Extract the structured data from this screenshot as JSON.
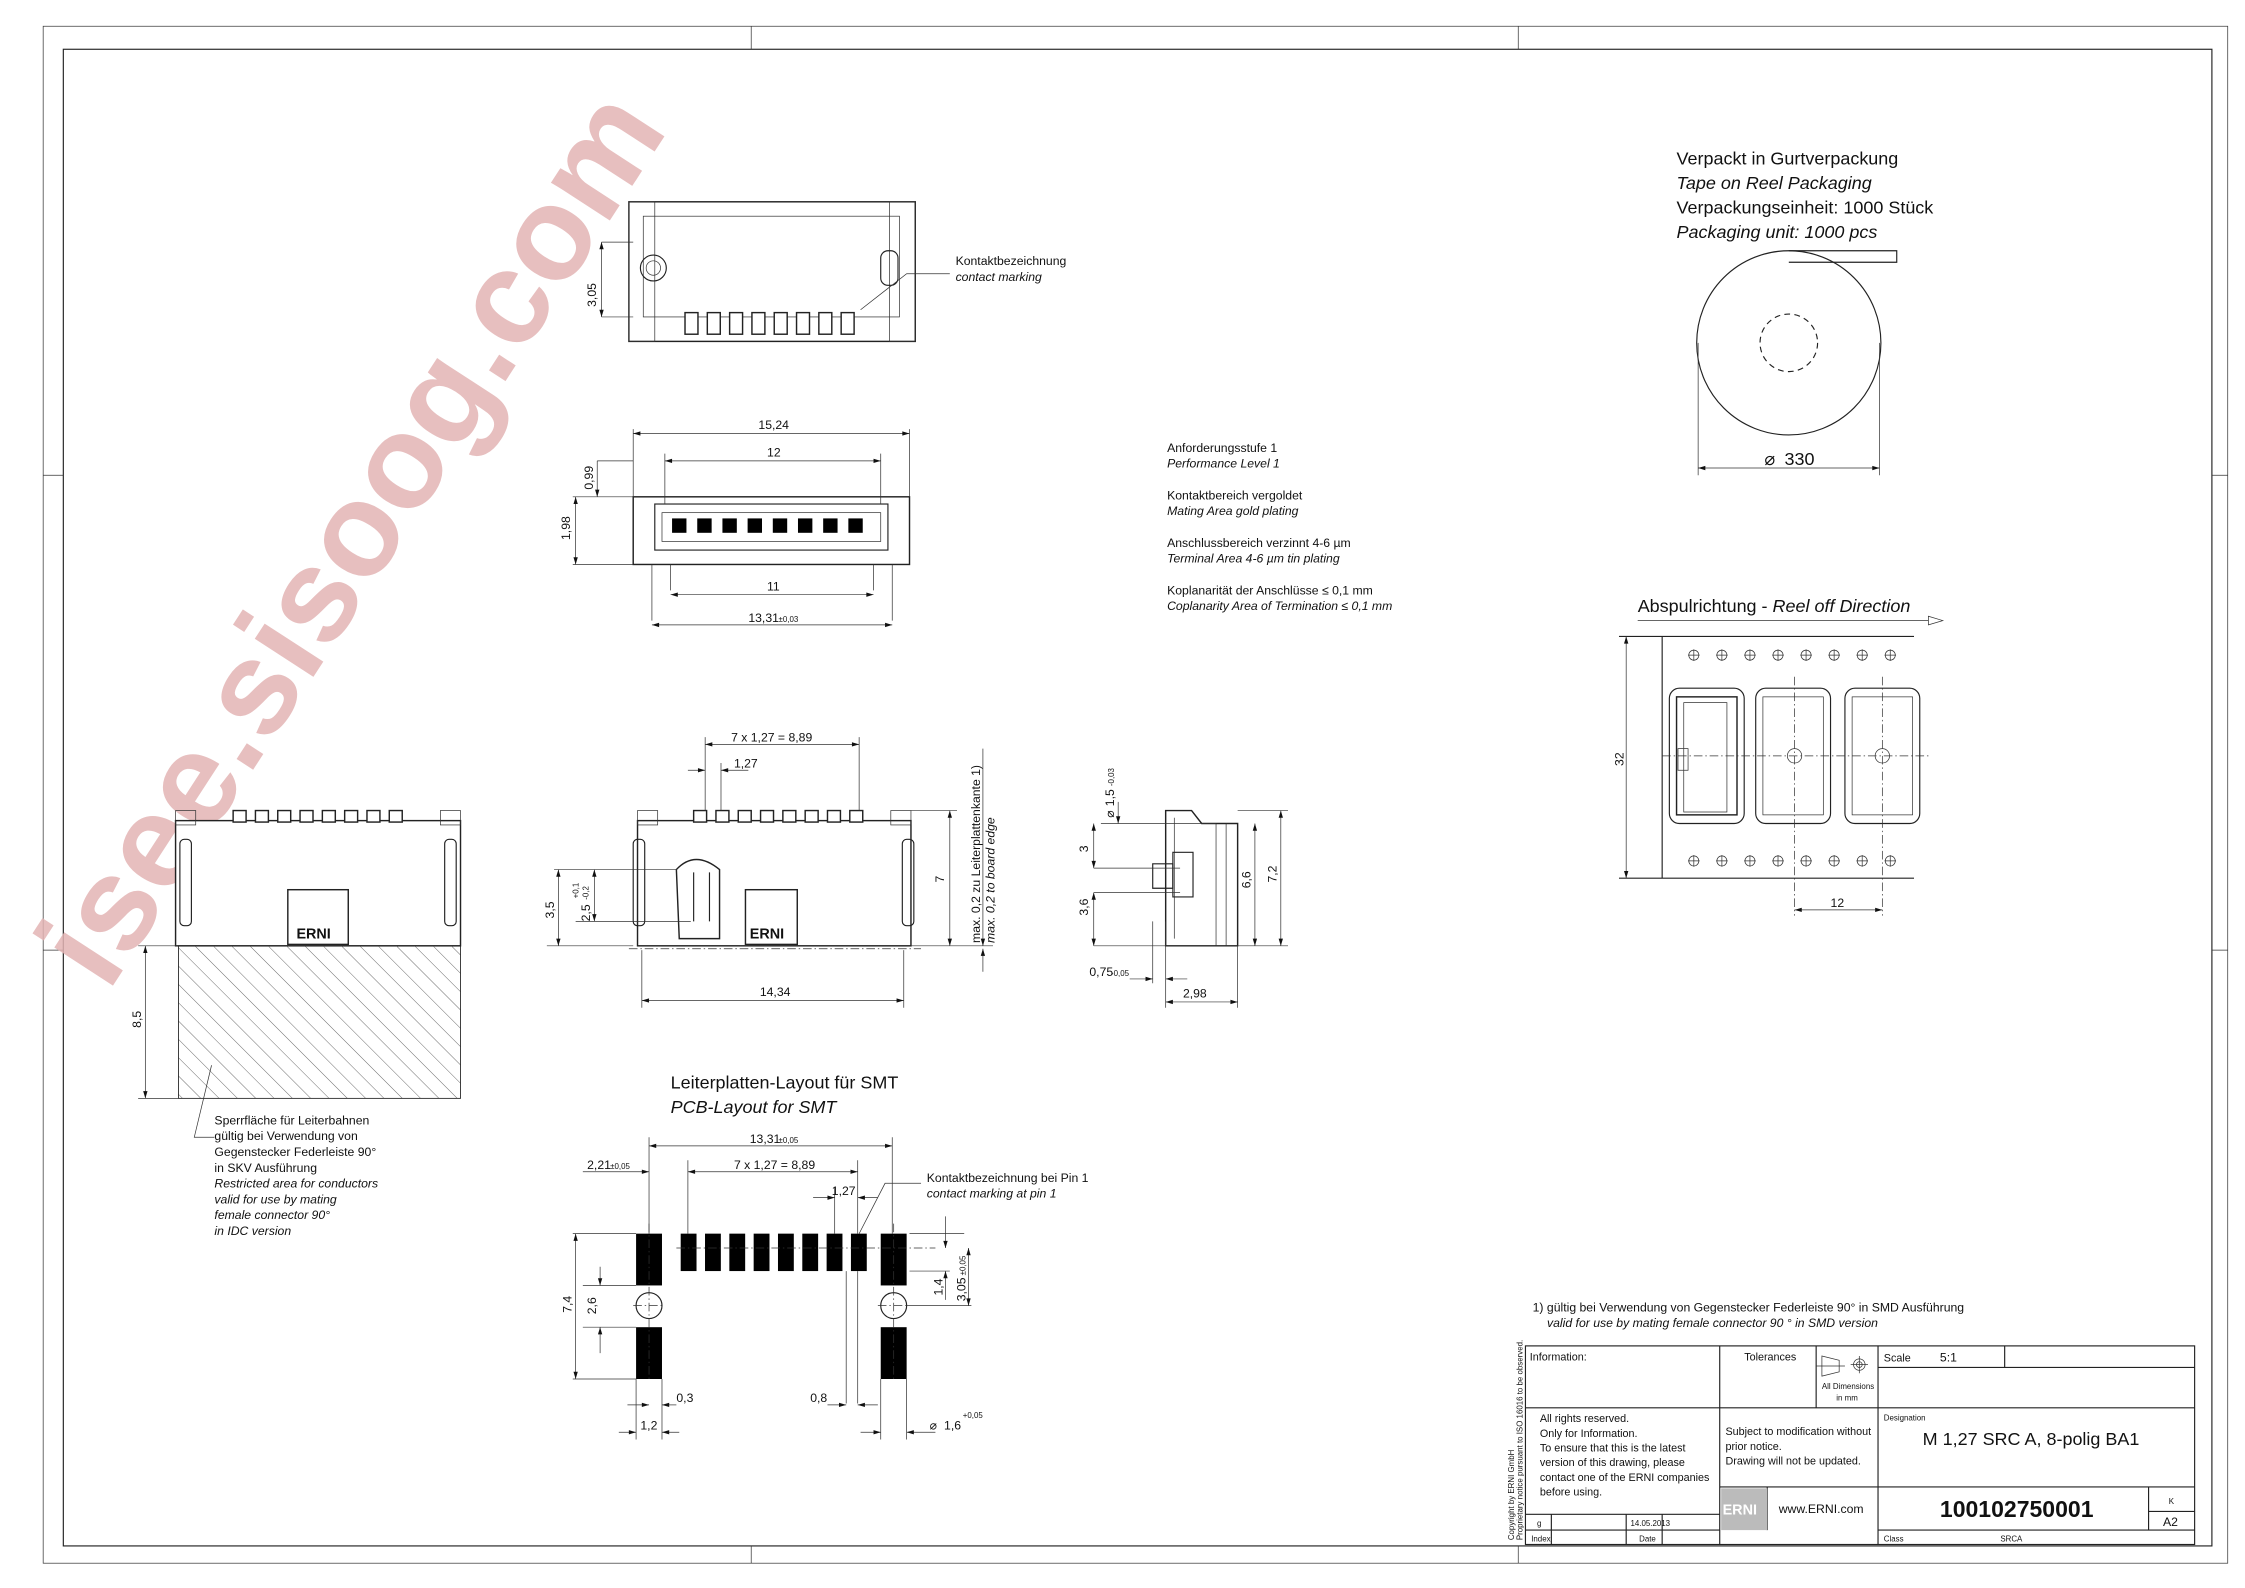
{
  "watermark": "isee.sisoog.com",
  "top_view": {
    "height_dim": "3,05",
    "contact_marking_de": "Kontaktbezeichnung",
    "contact_marking_en": "contact marking"
  },
  "bottom_view": {
    "width_total": "15,24",
    "width_inner": "12",
    "dim_099": "0,99",
    "dim_198": "1,98",
    "dim_11": "11",
    "dim_1331": "13,31",
    "dim_1331_tol": "±0,03"
  },
  "notes": [
    {
      "de": "Anforderungsstufe 1",
      "en": "Performance Level 1"
    },
    {
      "de": "Kontaktbereich vergoldet",
      "en": "Mating Area gold plating"
    },
    {
      "de": "Anschlussbereich verzinnt 4-6 µm",
      "en": "Terminal Area 4-6 µm tin plating"
    },
    {
      "de": "Koplanarität der Anschlüsse  ≤ 0,1 mm",
      "en": "Coplanarity Area of Termination  ≤ 0,1 mm"
    }
  ],
  "packaging": {
    "de_title": "Verpackt in Gurtverpackung",
    "en_title": "Tape on Reel Packaging",
    "de_unit": "Verpackungseinheit:  1000 Stück",
    "en_unit": "Packaging unit:  1000 pcs",
    "reel_diameter": "330",
    "reel_off_de": "Abspulrichtung - ",
    "reel_off_en": "Reel off Direction",
    "tape_width": "32",
    "pitch": "12"
  },
  "front_view": {
    "pitch_total": "7 x 1,27 = 8,89",
    "pitch": "1,27",
    "height": "7",
    "board_edge_de": "max. 0,2 zu  Leiterplattenkante 1)",
    "board_edge_en": "max. 0,2 to board edge",
    "dim_35": "3,5",
    "dim_25": "2,5",
    "dim_25_tol_plus": "+0,1",
    "dim_25_tol_minus": "-0,2",
    "width": "14,34"
  },
  "side_view": {
    "peg_diameter": "1,5",
    "peg_tol": "-0,03",
    "dim_3": "3",
    "dim_36": "3,6",
    "dim_66": "6,6",
    "dim_72": "7,2",
    "dim_075": "0,75",
    "dim_075_tol": "-0,05",
    "dim_298": "2,98"
  },
  "left_view": {
    "dim_85": "8,5",
    "note_de": [
      "Sperrfläche für Leiterbahnen",
      "gültig bei Verwendung von",
      "Gegenstecker Federleiste 90°",
      "in SKV Ausführung"
    ],
    "note_en": [
      "Restricted area for conductors",
      "valid for use by mating",
      "female connector 90°",
      "in IDC version"
    ]
  },
  "pcb_layout": {
    "title_de": "Leiterplatten-Layout für SMT",
    "title_en": "PCB-Layout for SMT",
    "dim_1331": "13,31",
    "dim_1331_tol": "±0,05",
    "dim_221": "2,21",
    "dim_221_tol": "±0,05",
    "pitch_total": "7 x 1,27 = 8,89",
    "pitch": "1,27",
    "pin1_de": "Kontaktbezeichnung bei Pin 1",
    "pin1_en": "contact marking at pin 1",
    "dim_74": "7,4",
    "dim_26": "2,6",
    "dim_14": "1,4",
    "dim_305": "3,05",
    "dim_305_tol": "±0,05",
    "dim_03": "0,3",
    "dim_08": "0,8",
    "dim_12": "1,2",
    "hole_diameter": "1,6",
    "hole_tol": "+0,05"
  },
  "footnote": {
    "de": "1) gültig bei Verwendung von Gegenstecker Federleiste 90° in SMD Ausführung",
    "en": "valid for use by mating female connector 90 ° in SMD version"
  },
  "title_block": {
    "information_label": "Information:",
    "tolerances_label": "Tolerances",
    "all_dimensions": "All Dimensions",
    "in_mm": "in mm",
    "scale_label": "Scale",
    "scale_value": "5:1",
    "rights": [
      "All rights reserved.",
      "Only for Information.",
      "To ensure that this is the latest",
      "version of this drawing, please",
      "contact one of the ERNI companies",
      "before using."
    ],
    "modification": [
      "Subject to modification without",
      "prior notice.",
      "Drawing will not be updated."
    ],
    "designation_label": "Designation",
    "designation": "M 1,27 SRC A, 8-polig BA1",
    "logo": "ERNI",
    "website": "www.ERNI.com",
    "part_number": "100102750001",
    "revision": "K",
    "format": "A2",
    "index_value": "g",
    "date_value": "14.05.2013",
    "index_label": "Index",
    "date_label": "Date",
    "class_label": "Class",
    "class_value": "SRCA",
    "copyright": "Copyright by ERNI GmbH",
    "proprietary": "Proprietary notice pursuant to ISO 16016 to be observed."
  }
}
